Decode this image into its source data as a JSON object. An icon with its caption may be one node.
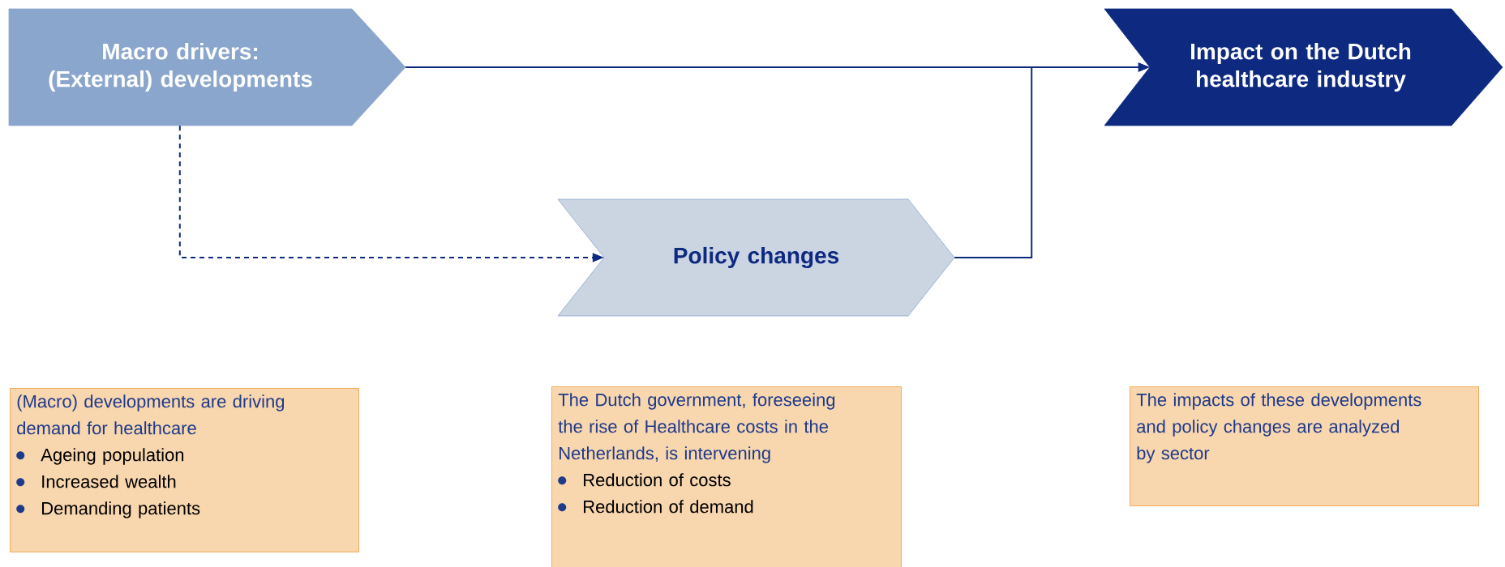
{
  "diagram": {
    "nodes": [
      {
        "text": [
          "Macro drivers: (External) developments"
        ]
      },
      {
        "text": [
          "Policy changes"
        ]
      },
      {
        "text": [
          "Impact on the Dutch healthcare industry"
        ]
      },
      {
        "text": [
          "(Macro) developments are driving demand for healthcare",
          "Ageing population",
          "Increased wealth",
          "Demanding patients"
        ]
      },
      {
        "text": [
          "The Dutch government, foreseeing the rise of Healthcare costs in the Netherlands, is intervening",
          "Reduction of costs",
          "Reduction of demand"
        ]
      },
      {
        "text": [
          "The impacts of these developments and policy changes are analyzed by sector"
        ]
      }
    ],
    "edges": [
      {
        "from": 0,
        "to": 2,
        "arrow": "to"
      },
      {
        "from": 1,
        "to": 2,
        "arrow": "to"
      },
      {
        "from": 0,
        "to": 1,
        "arrow": "to",
        "style": "dashed"
      }
    ]
  }
}
